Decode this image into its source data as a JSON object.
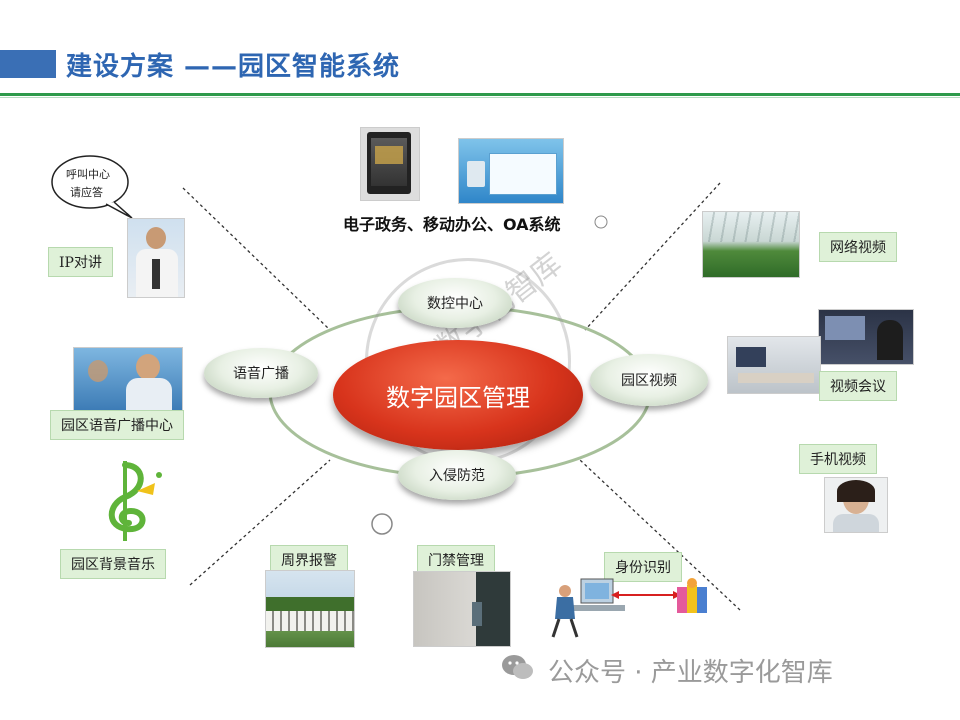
{
  "header": {
    "title": "建设方案 ——园区智能系统"
  },
  "top_caption": "电子政务、移动办公、OA系统",
  "center": {
    "label": "数字园区管理"
  },
  "ring_nodes": {
    "top": "数控中心",
    "left": "语音广播",
    "right": "园区视频",
    "bottom": "入侵防范"
  },
  "left_tags": {
    "ip_intercom": "IP对讲",
    "voice_center": "园区语音广播中心",
    "bg_music": "园区背景音乐"
  },
  "speech_bubble": [
    "呼叫中心",
    "请应答"
  ],
  "right_tags": {
    "network_video": "网络视频",
    "video_conf": "视频会议",
    "mobile_video": "手机视频"
  },
  "bottom_tags": {
    "perimeter": "周界报警",
    "access": "门禁管理",
    "identity": "身份识别"
  },
  "footer": {
    "source": "公众号 · 产业数字化智库"
  },
  "watermark": "产业数字化智库",
  "colors": {
    "title": "#2e66b2",
    "rule": "#2e9a4a",
    "center": "#d8341c",
    "tag_bg": "#dff1d8"
  }
}
